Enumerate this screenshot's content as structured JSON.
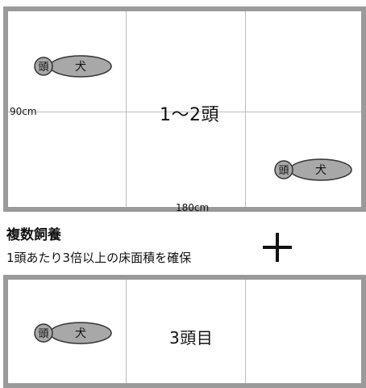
{
  "pen_top": {
    "label": "1～2頭",
    "width_label": "180cm",
    "depth_label": "90cm",
    "dogs": [
      {
        "head": "頭",
        "body": "犬"
      },
      {
        "head": "頭",
        "body": "犬"
      }
    ]
  },
  "caption": {
    "title": "複数飼養",
    "subtitle": "1頭あたり3倍以上の床面積を確保"
  },
  "operator": "+",
  "pen_bottom": {
    "label": "3頭目",
    "dog": {
      "head": "頭",
      "body": "犬"
    }
  },
  "colors": {
    "frame": "#9a9a9a",
    "grid": "#bdbdbd",
    "dog_fill": "#a8a8a8",
    "dog_stroke": "#333333"
  }
}
